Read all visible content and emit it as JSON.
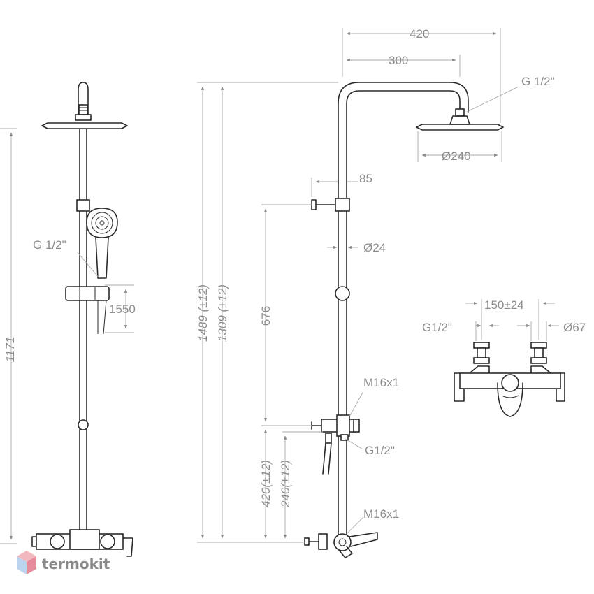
{
  "labels": {
    "dim_420": "420",
    "dim_300": "300",
    "head_thread": "G 1/2\"",
    "head_diameter": "Ø240",
    "arm_85": "85",
    "pipe_diameter": "Ø24",
    "height_1489": "1489 (±12)",
    "height_1309": "1309 (±12)",
    "height_676": "676",
    "slider_thread": "M16x1",
    "hose_thread": "G1/2\"",
    "height_420": "420(±12)",
    "height_240": "240(±12)",
    "mixer_thread": "M16x1",
    "left_hand_thread": "G 1/2\"",
    "left_1550": "1550",
    "left_1171": "1171",
    "detail_spacing": "150±24",
    "detail_thread": "G1/2\"",
    "detail_diameter": "Ø67"
  },
  "logo": {
    "text": "termokit",
    "colors": {
      "top": "#f2b8c0",
      "left": "#bcd4ee",
      "right": "#e58b9a"
    }
  },
  "colors": {
    "line": "#2a2a2a",
    "dimension": "#a8a8a8",
    "text": "#8c8c8c"
  }
}
